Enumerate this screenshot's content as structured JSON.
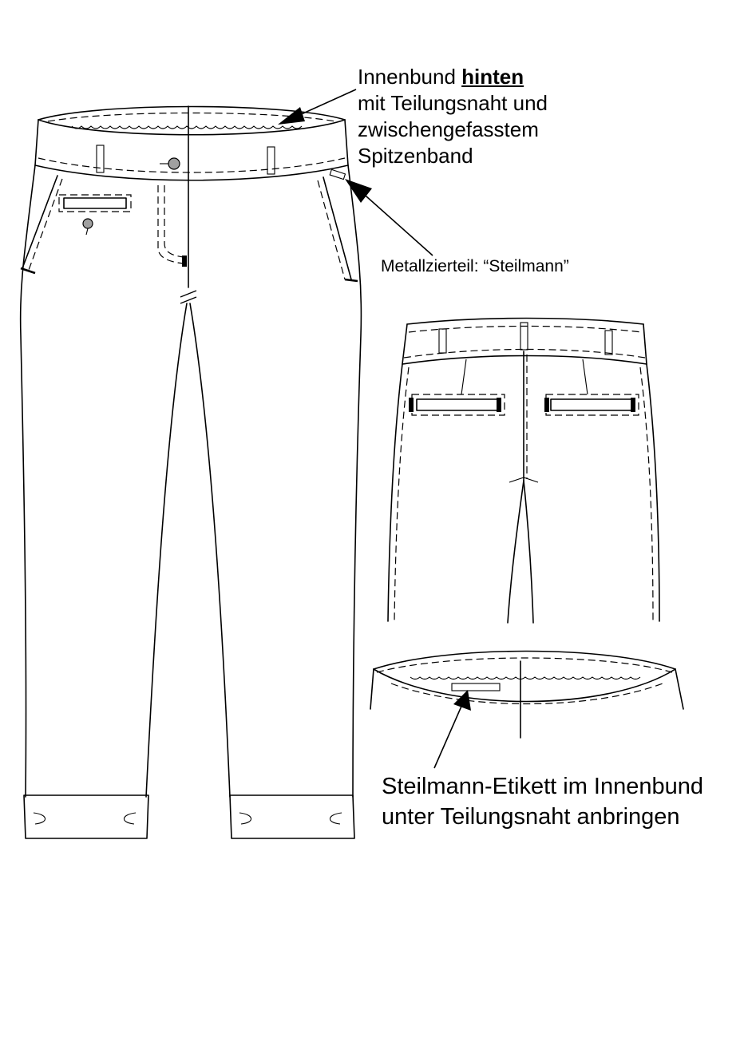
{
  "annotations": {
    "innenbund_line1_a": "Innenbund ",
    "innenbund_line1_b": "hinten",
    "innenbund_line2": "mit Teilungsnaht und",
    "innenbund_line3": "zwischengefasstem",
    "innenbund_line4": "Spitzenband",
    "metallzierteil": "Metallzierteil: “Steilmann”",
    "etikett_line1": "Steilmann-Etikett im Innenbund",
    "etikett_line2": "unter Teilungsnaht anbringen"
  },
  "colors": {
    "line": "#000000",
    "button_fill": "#a0a0a0",
    "background": "#ffffff"
  }
}
